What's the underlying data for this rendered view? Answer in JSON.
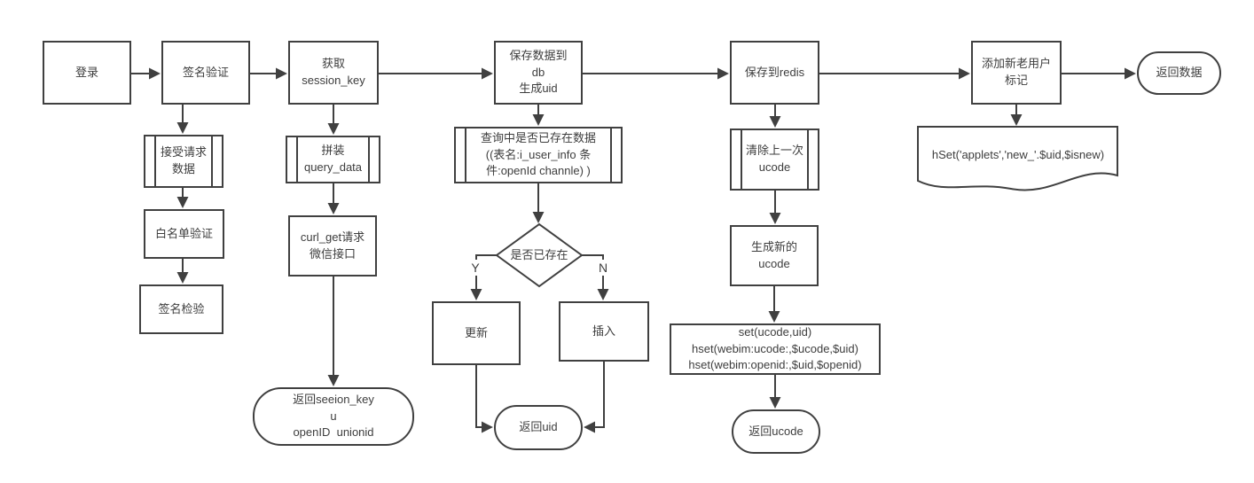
{
  "page": {
    "background_color": "#ffffff",
    "line_color": "#404040",
    "text_color": "#3d3d3d"
  },
  "nodes": {
    "login": {
      "label": "登录"
    },
    "sign_verify": {
      "label": "签名验证"
    },
    "get_session_key": {
      "label": "获取\nsession_key"
    },
    "save_db": {
      "label": "保存数据到\ndb\n生成uid"
    },
    "save_redis": {
      "label": "保存到redis"
    },
    "add_user_flag": {
      "label": "添加新老用户\n标记"
    },
    "return_data": {
      "label": "返回数据"
    },
    "accept_request": {
      "label": "接受请求\n数据"
    },
    "whitelist_verify": {
      "label": "白名单验证"
    },
    "sign_check": {
      "label": "签名检验"
    },
    "assemble_query": {
      "label": "拼装\nquery_data"
    },
    "curl_get": {
      "label": "curl_get请求\n微信接口"
    },
    "return_session_key": {
      "label": "返回seeion_key\nu\nopenID  unionid"
    },
    "query_exists": {
      "label": "查询中是否已存在数据\n((表名:i_user_info 条\n件:openId channle) )"
    },
    "exists_decision": {
      "label": "是否已存在"
    },
    "update": {
      "label": "更新"
    },
    "insert": {
      "label": "插入"
    },
    "return_uid": {
      "label": "返回uid"
    },
    "clear_ucode": {
      "label": "清除上一次\nucode"
    },
    "gen_ucode": {
      "label": "生成新的\nucode"
    },
    "redis_commands": {
      "label": "set(ucode,uid)\nhset(webim:ucode:,$ucode,$uid)\nhset(webim:openid:,$uid,$openid)"
    },
    "return_ucode": {
      "label": "返回ucode"
    },
    "hset_doc": {
      "label": "hSet('applets','new_'.$uid,$isnew)"
    }
  },
  "branches": {
    "yes": "Y",
    "no": "N"
  }
}
